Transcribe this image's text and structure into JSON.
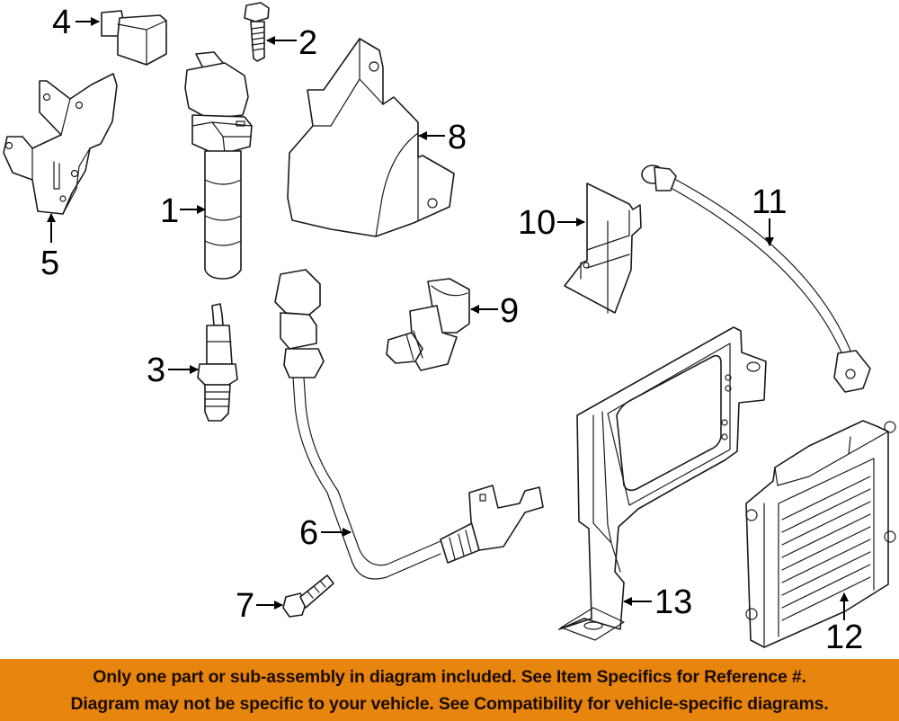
{
  "diagram": {
    "type": "exploded-parts-diagram",
    "subject": "Ignition and engine control components",
    "callouts": [
      {
        "id": "1",
        "label": "1",
        "part": "ignition-coil"
      },
      {
        "id": "2",
        "label": "2",
        "part": "bolt"
      },
      {
        "id": "3",
        "label": "3",
        "part": "spark-plug"
      },
      {
        "id": "4",
        "label": "4",
        "part": "relay"
      },
      {
        "id": "5",
        "label": "5",
        "part": "mounting-bracket"
      },
      {
        "id": "6",
        "label": "6",
        "part": "crankshaft-position-sensor"
      },
      {
        "id": "7",
        "label": "7",
        "part": "bolt"
      },
      {
        "id": "8",
        "label": "8",
        "part": "heat-shield-cover"
      },
      {
        "id": "9",
        "label": "9",
        "part": "camshaft-position-sensor"
      },
      {
        "id": "10",
        "label": "10",
        "part": "bracket"
      },
      {
        "id": "11",
        "label": "11",
        "part": "knock-sensor"
      },
      {
        "id": "12",
        "label": "12",
        "part": "engine-control-module"
      },
      {
        "id": "13",
        "label": "13",
        "part": "ecm-mounting-bracket"
      }
    ]
  },
  "banner": {
    "background_color": "#e8850f",
    "line1": "Only one part or sub-assembly in diagram included. See Item Specifics for Reference #.",
    "line2": "Diagram may not be specific to your vehicle. See Compatibility for vehicle-specific diagrams."
  }
}
